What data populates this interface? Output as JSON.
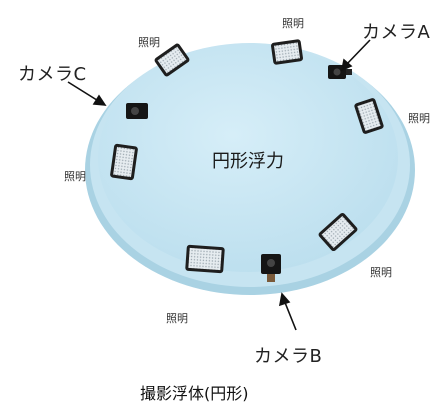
{
  "labels": {
    "camera_a": "カメラA",
    "camera_b": "カメラB",
    "camera_c": "カメラC",
    "light": "照明",
    "center": "円形浮力",
    "caption": "撮影浮体(円形)"
  },
  "colors": {
    "float_top": "#c9e6f2",
    "float_rim": "#b9dbe9",
    "device_body": "#1e1e1e",
    "led_panel": "#e9eef2"
  },
  "icons": {
    "light_fixture": "led-light-panel-icon",
    "camera": "action-camera-icon",
    "pointer": "arrow-icon"
  }
}
